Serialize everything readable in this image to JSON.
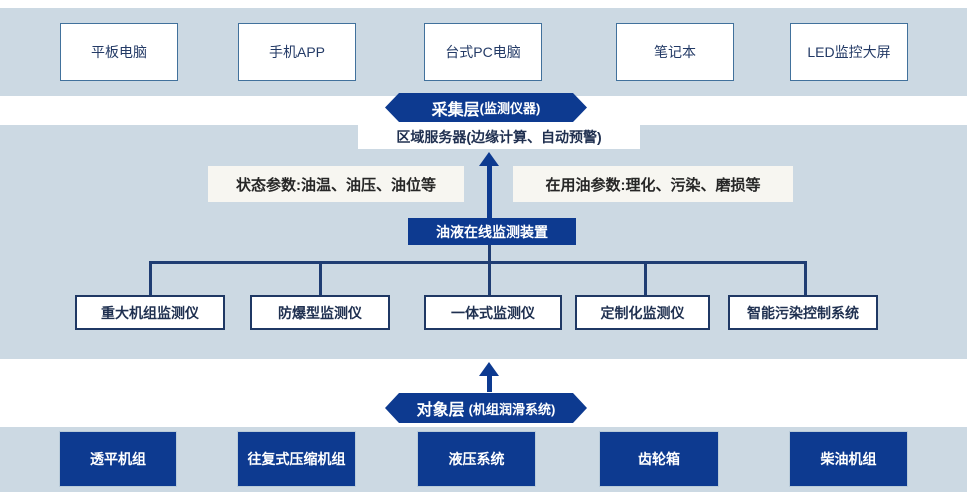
{
  "top_devices": [
    "平板电脑",
    "手机APP",
    "台式PC电脑",
    "笔记本",
    "LED监控大屏"
  ],
  "collection_banner": {
    "title": "采集层",
    "subtitle": "(监测仪器)"
  },
  "server_box_label": "区域服务器(边缘计算、自动预警)",
  "param_labels": {
    "left": "状态参数:油温、油压、油位等",
    "right": "在用油参数:理化、污染、磨损等"
  },
  "central_device_label": "油液在线监测装置",
  "monitors": [
    "重大机组监测仪",
    "防爆型监测仪",
    "一体式监测仪",
    "定制化监测仪",
    "智能污染控制系统"
  ],
  "object_banner": {
    "title": "对象层",
    "subtitle": "(机组润滑系统)"
  },
  "equipment": [
    "透平机组",
    "往复式压缩机组",
    "液压系统",
    "齿轮箱",
    "柴油机组"
  ],
  "colors": {
    "band_background": "#ccd9e3",
    "primary_blue": "#0d3a90",
    "connector_navy": "#1f3d73",
    "top_box_border": "#41719c",
    "label_background": "#f7f6f1"
  }
}
